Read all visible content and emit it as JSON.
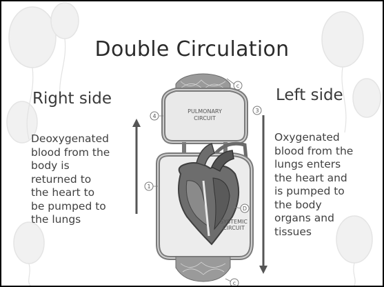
{
  "slide": {
    "title": "Double Circulation",
    "right_side": {
      "heading": "Right side",
      "lines": [
        "Deoxygenated",
        "blood from the",
        "body is",
        "returned to",
        "the heart to",
        "be pumped to",
        "the lungs"
      ]
    },
    "left_side": {
      "heading": "Left side",
      "lines": [
        "Oxygenated",
        "blood from the",
        "lungs enters",
        "the heart and",
        "is pumped to",
        "the body",
        "organs and",
        "tissues"
      ]
    }
  },
  "diagram": {
    "pulmonary": [
      "PULMONARY",
      "CIRCUIT"
    ],
    "systemic": [
      "SYSTEMIC",
      "CIRCUIT"
    ],
    "markers": [
      "c",
      "3",
      "4",
      "1",
      "D",
      "c"
    ]
  }
}
